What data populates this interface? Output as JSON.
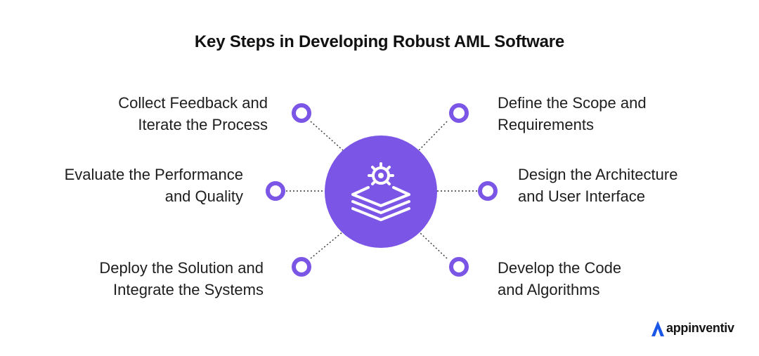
{
  "title": "Key Steps in Developing Robust AML Software",
  "steps_left": [
    {
      "line1": "Collect Feedback and",
      "line2": "Iterate the Process"
    },
    {
      "line1": "Evaluate the Performance",
      "line2": "and Quality"
    },
    {
      "line1": "Deploy the Solution and",
      "line2": "Integrate the Systems"
    }
  ],
  "steps_right": [
    {
      "line1": "Define the Scope and",
      "line2": "Requirements"
    },
    {
      "line1": "Design the Architecture",
      "line2": "and User Interface"
    },
    {
      "line1": "Develop the Code",
      "line2": "and Algorithms"
    }
  ],
  "hub_icon": "gear-layers-icon",
  "node_icon": "ring-node-icon",
  "colors": {
    "accent": "#7b55e6",
    "text": "#1e1e1e",
    "title": "#111111",
    "logo": "#1a56e8"
  },
  "logo": {
    "text": "appinventiv"
  }
}
